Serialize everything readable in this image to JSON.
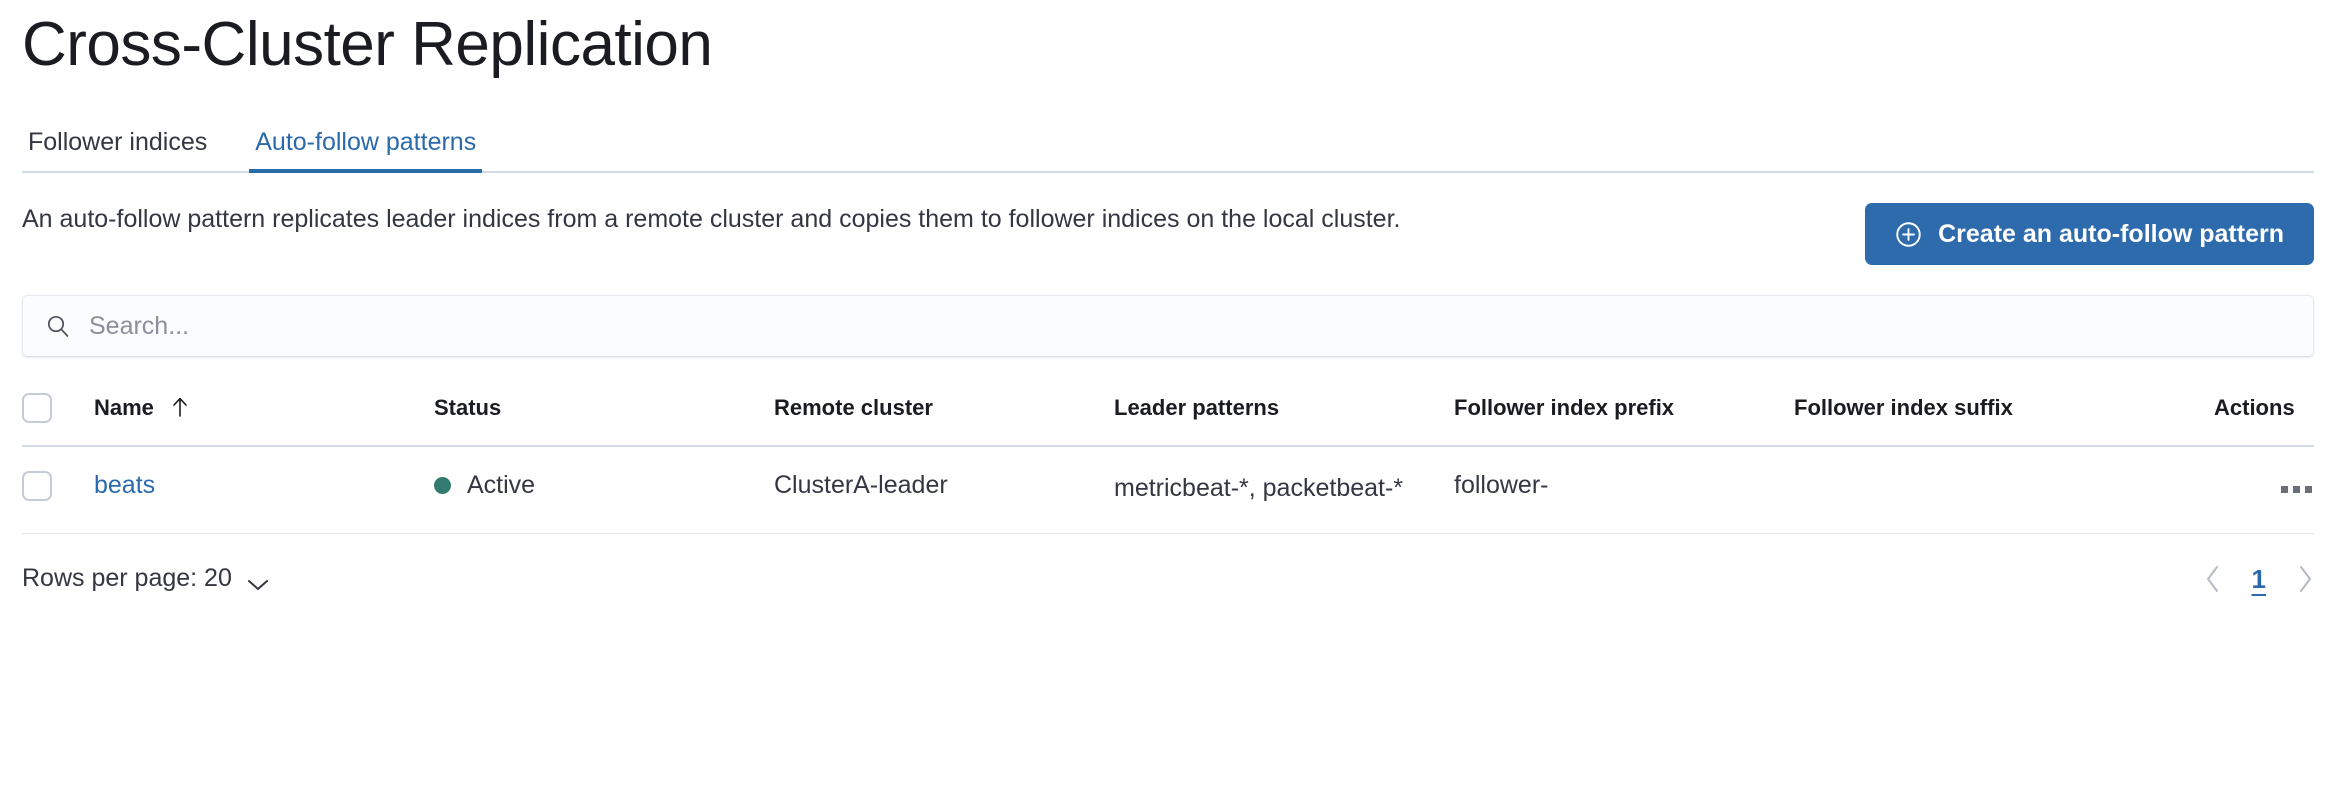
{
  "page": {
    "title": "Cross-Cluster Replication"
  },
  "tabs": [
    {
      "label": "Follower indices",
      "active": false
    },
    {
      "label": "Auto-follow patterns",
      "active": true
    }
  ],
  "description": "An auto-follow pattern replicates leader indices from a remote cluster and copies them to follower indices on the local cluster.",
  "create_button": {
    "label": "Create an auto-follow pattern",
    "icon": "plus-in-circle-icon",
    "background": "#2e6bad",
    "text_color": "#ffffff"
  },
  "search": {
    "value": "",
    "placeholder": "Search...",
    "icon": "search-icon"
  },
  "table": {
    "columns": [
      {
        "key": "select",
        "label": ""
      },
      {
        "key": "name",
        "label": "Name",
        "sorted": "asc",
        "sort_icon": "arrow-up-icon"
      },
      {
        "key": "status",
        "label": "Status"
      },
      {
        "key": "remote",
        "label": "Remote cluster"
      },
      {
        "key": "leader",
        "label": "Leader patterns"
      },
      {
        "key": "prefix",
        "label": "Follower index prefix"
      },
      {
        "key": "suffix",
        "label": "Follower index suffix"
      },
      {
        "key": "actions",
        "label": "Actions"
      }
    ],
    "rows": [
      {
        "selected": false,
        "name": "beats",
        "status": "Active",
        "status_color": "#337b71",
        "remote_cluster": "ClusterA-leader",
        "leader_patterns": "metricbeat-*, packetbeat-*",
        "follower_index_prefix": "follower-",
        "follower_index_suffix": "",
        "actions_icon": "ellipsis-horizontal-icon"
      }
    ]
  },
  "footer": {
    "rows_per_page_label": "Rows per page: 20",
    "rows_per_page_icon": "chevron-down-icon",
    "prev_icon": "chevron-left-icon",
    "next_icon": "chevron-right-icon",
    "current_page": "1"
  },
  "colors": {
    "accent": "#2a6aab",
    "primary_button": "#2e6bad",
    "status_active": "#337b71",
    "border": "#d3dae6",
    "text": "#343741"
  }
}
